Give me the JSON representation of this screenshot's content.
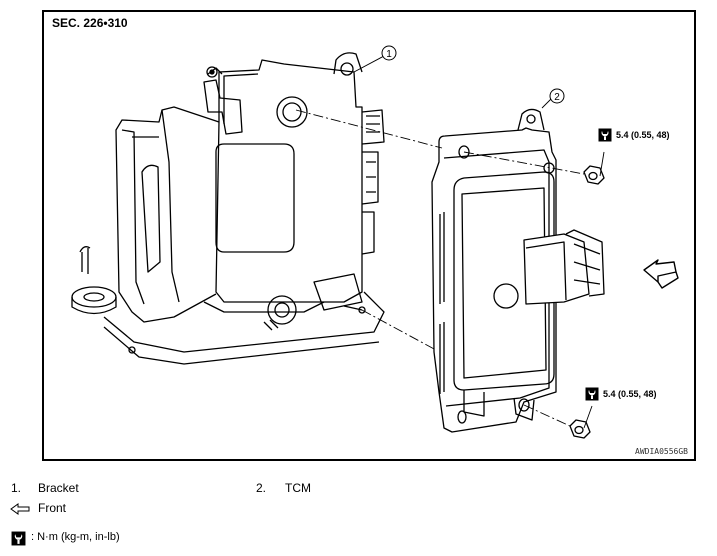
{
  "figure": {
    "section": "SEC. 226•310",
    "code": "AWDIA0556GB",
    "callouts": [
      "1",
      "2"
    ],
    "torque_upper": "5.4 (0.55, 48)",
    "torque_lower": "5.4 (0.55, 48)"
  },
  "legend": {
    "items": [
      {
        "num": "1.",
        "label": "Bracket"
      },
      {
        "num": "2.",
        "label": "TCM"
      }
    ],
    "front_label": "Front",
    "torque_unit": ": N·m (kg-m, in-lb)"
  },
  "icons": {
    "torque": "torque-wrench-icon",
    "front": "front-arrow-icon"
  }
}
